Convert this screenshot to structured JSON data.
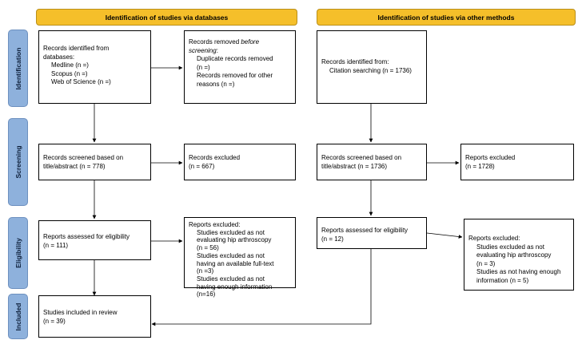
{
  "headers": {
    "databases": "Identification of studies via databases",
    "other": "Identification of studies via other methods"
  },
  "stages": {
    "identification": "Identification",
    "screening": "Screening",
    "eligibility": "Eligibility",
    "included": "Included"
  },
  "db": {
    "identified": {
      "line1": "Records identified from",
      "line2": "databases:",
      "medline": "Medline (n =)",
      "scopus": "Scopus (n =)",
      "wos": "Web of Science (n =)"
    },
    "removed": {
      "line1a": "Records removed ",
      "line1b": "before",
      "line2": "screening",
      "line2b": ":",
      "dup1": "Duplicate records removed",
      "dup2": "(n =)",
      "other1": "Records removed for other",
      "other2": "reasons (n =)"
    },
    "screened": {
      "line1": "Records screened based on",
      "line2": "title/abstract (n = 778)"
    },
    "excluded": {
      "line1": "Records excluded",
      "line2": "(n = 667)"
    },
    "assessed": {
      "line1": "Reports assessed for eligibility",
      "line2": "(n = 111)"
    },
    "reports_excluded": {
      "title": "Reports excluded:",
      "a1": "Studies excluded as not",
      "a2": "evaluating hip arthroscopy",
      "a3": "(n = 56)",
      "b1": "Studies excluded as not",
      "b2": "having an available full-text",
      "b3": "(n =3)",
      "c1": "Studies excluded as not",
      "c2": "having enough information",
      "c3": "(n=16)"
    },
    "included": {
      "line1": "Studies included in review",
      "line2": "(n = 39)"
    }
  },
  "other": {
    "identified": {
      "line1": "Records identified from:",
      "line2": "Citation searching (n = 1736)"
    },
    "screened": {
      "line1": "Records screened based on",
      "line2": "title/abstract (n = 1736)"
    },
    "excluded": {
      "line1": "Reports excluded",
      "line2": "(n = 1728)"
    },
    "assessed": {
      "line1": "Reports assessed for eligibility",
      "line2": "(n = 12)"
    },
    "reports_excluded": {
      "title": "Reports excluded:",
      "a1": "Studies excluded as not",
      "a2": "evaluating hip arthroscopy",
      "a3": "(n = 3)",
      "b1": "Studies as not having enough",
      "b2": "information (n = 5)"
    }
  }
}
